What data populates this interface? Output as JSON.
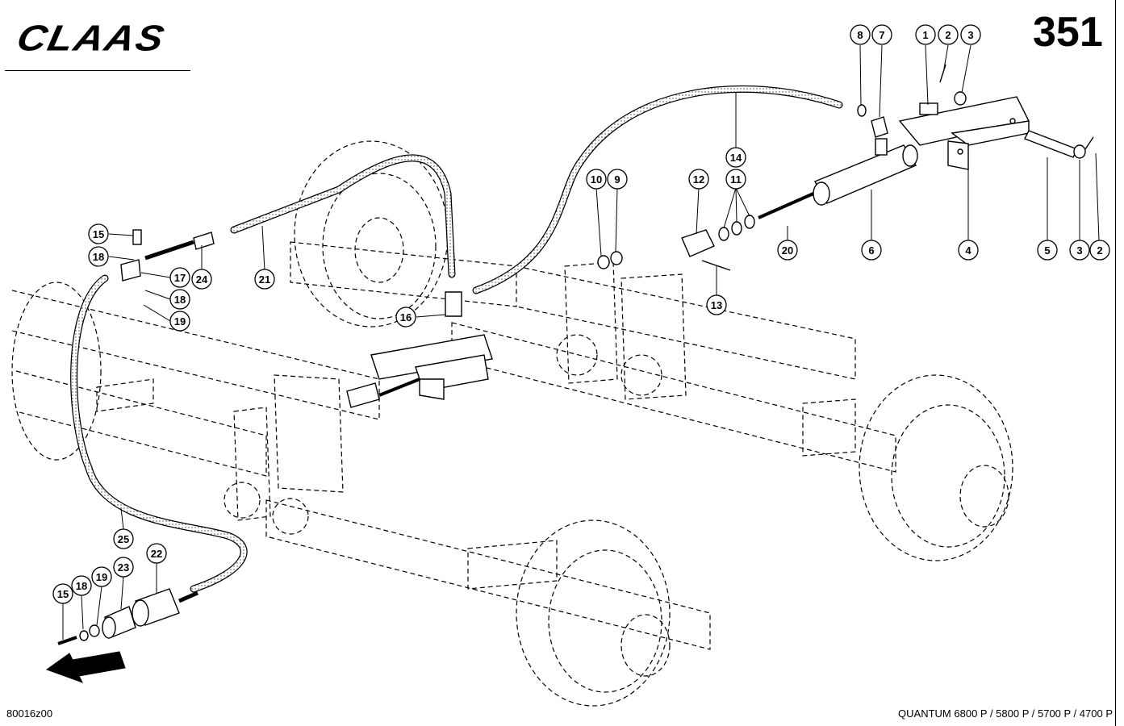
{
  "header": {
    "brand": "CLAAS",
    "page_number": "351"
  },
  "footer": {
    "drawing_code": "80016z00",
    "models": "QUANTUM 6800 P / 5800 P / 5700 P / 4700 P"
  },
  "callouts": [
    {
      "id": "c1",
      "label": "1"
    },
    {
      "id": "c2",
      "label": "2"
    },
    {
      "id": "c3",
      "label": "3"
    },
    {
      "id": "c4",
      "label": "4"
    },
    {
      "id": "c5",
      "label": "5"
    },
    {
      "id": "c3b",
      "label": "3"
    },
    {
      "id": "c2b",
      "label": "2"
    },
    {
      "id": "c6",
      "label": "6"
    },
    {
      "id": "c7",
      "label": "7"
    },
    {
      "id": "c8",
      "label": "8"
    },
    {
      "id": "c9",
      "label": "9"
    },
    {
      "id": "c10",
      "label": "10"
    },
    {
      "id": "c11",
      "label": "11"
    },
    {
      "id": "c12",
      "label": "12"
    },
    {
      "id": "c13",
      "label": "13"
    },
    {
      "id": "c14",
      "label": "14"
    },
    {
      "id": "c15",
      "label": "15"
    },
    {
      "id": "c15b",
      "label": "15"
    },
    {
      "id": "c16",
      "label": "16"
    },
    {
      "id": "c17",
      "label": "17"
    },
    {
      "id": "c18",
      "label": "18"
    },
    {
      "id": "c18b",
      "label": "18"
    },
    {
      "id": "c18c",
      "label": "18"
    },
    {
      "id": "c19",
      "label": "19"
    },
    {
      "id": "c19b",
      "label": "19"
    },
    {
      "id": "c20",
      "label": "20"
    },
    {
      "id": "c21",
      "label": "21"
    },
    {
      "id": "c22",
      "label": "22"
    },
    {
      "id": "c23",
      "label": "23"
    },
    {
      "id": "c24",
      "label": "24"
    },
    {
      "id": "c25",
      "label": "25"
    }
  ]
}
